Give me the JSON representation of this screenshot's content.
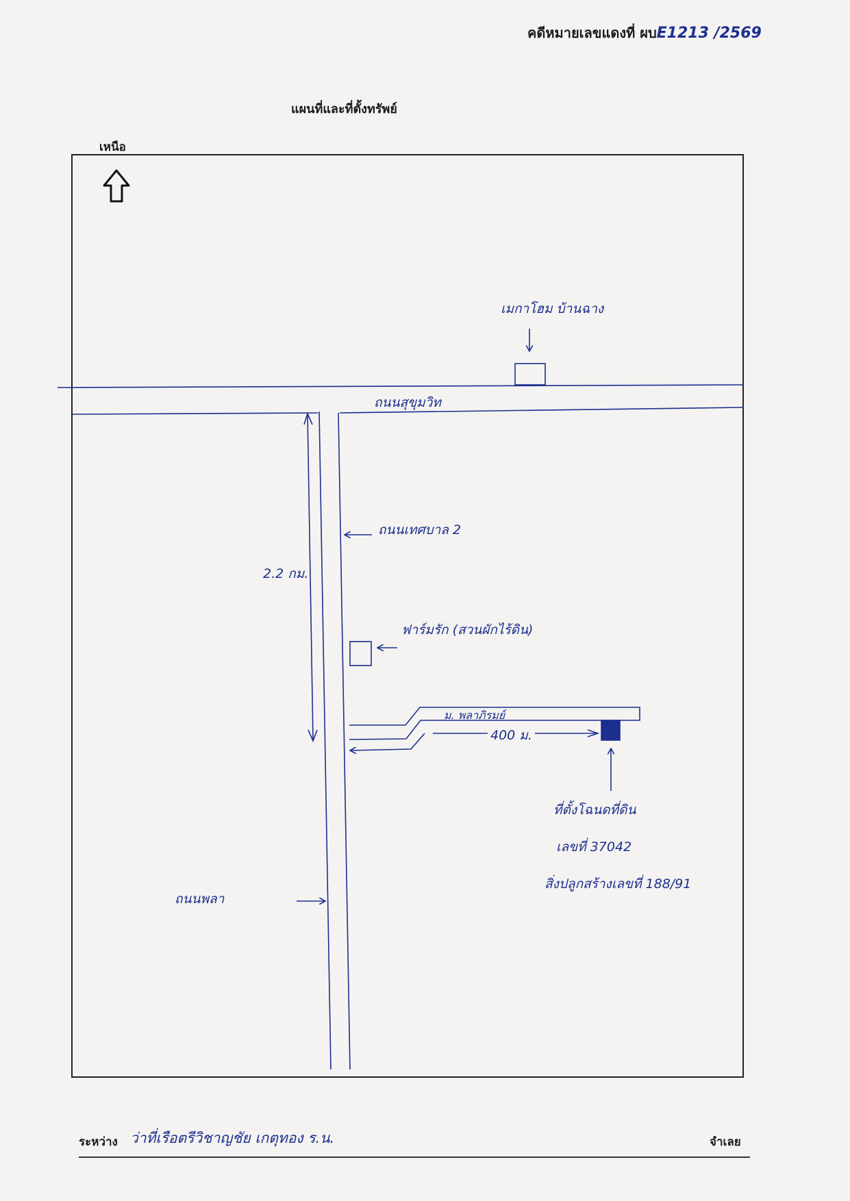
{
  "header": {
    "case_label": "คดีหมายเลขแดงที่ ผบ",
    "case_number": "E1213 /2569",
    "map_title": "แผนที่และที่ตั้งทรัพย์",
    "north_label": "เหนือ"
  },
  "map": {
    "road_main": "ถนนสุขุมวิท",
    "road_side": "ถนนเทศบาล 2",
    "road_pla": "ถนนพลา",
    "soi_name": "ม. พลาภิรมย์",
    "landmark_top": "เมกาโฮม บ้านฉาง",
    "landmark_farm": "ฟาร์มรัก (สวนผักไร้ดิน)",
    "distance_vertical": "2.2 กม.",
    "distance_soi": "400 ม.",
    "property_line1": "ที่ตั้งโฉนดที่ดิน",
    "property_line2": "เลขที่ 37042",
    "property_line3": "สิ่งปลูกสร้างเลขที่ 188/91"
  },
  "footer": {
    "between_label": "ระหว่าง",
    "parties": "ว่าที่เรือตรีวิชาญชัย เกตุทอง ร.น.",
    "defendant_label": "จำเลย"
  },
  "colors": {
    "ink": "#1c2f8f",
    "print": "#1a1a1a",
    "property_fill": "#1c2f8f"
  }
}
